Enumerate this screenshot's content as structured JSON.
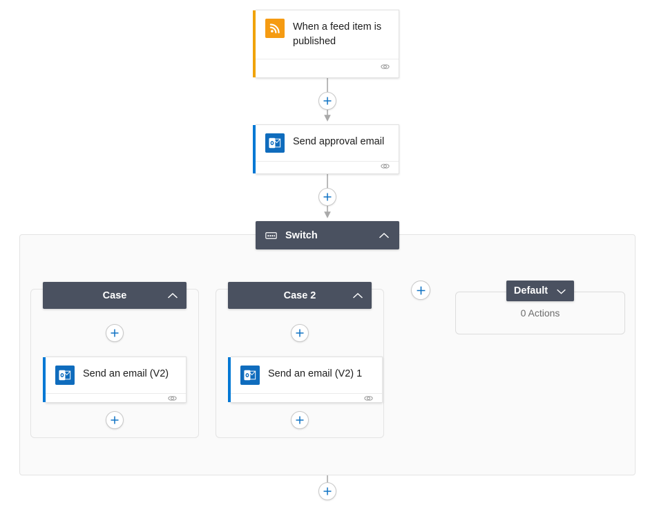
{
  "canvas": {
    "background": "#ffffff",
    "accent_blue": "#0078d4",
    "accent_orange": "#f0a30a",
    "header_dark": "#4a5160",
    "connector_gray": "#a9a9a9"
  },
  "flow": {
    "trigger": {
      "title": "When a feed item is published",
      "icon": "rss-icon",
      "icon_color": "#f59b12",
      "accent_color": "#f0a30a",
      "footer_icon": "link-icon"
    },
    "approval_action": {
      "title": "Send approval email",
      "icon": "outlook-icon",
      "icon_color": "#0f6cbd",
      "accent_color": "#0078d4",
      "footer_icon": "link-icon"
    },
    "switch": {
      "label": "Switch",
      "icon": "switch-icon",
      "collapse_icon": "chevron-up-icon",
      "cases": [
        {
          "label": "Case",
          "collapse_icon": "chevron-up-icon",
          "action": {
            "title": "Send an email (V2)",
            "icon": "outlook-icon",
            "accent_color": "#0078d4",
            "footer_icon": "link-icon"
          }
        },
        {
          "label": "Case 2",
          "collapse_icon": "chevron-up-icon",
          "action": {
            "title": "Send an email (V2) 1",
            "icon": "outlook-icon",
            "accent_color": "#0078d4",
            "footer_icon": "link-icon"
          }
        }
      ],
      "default_case": {
        "label": "Default",
        "expand_icon": "chevron-down-icon",
        "actions_text": "0 Actions"
      }
    },
    "add_buttons": {
      "after_trigger": "+",
      "after_approval": "+",
      "case1_top": "+",
      "case1_bottom": "+",
      "case2_top": "+",
      "case2_bottom": "+",
      "add_case": "+",
      "after_switch": "+"
    }
  }
}
